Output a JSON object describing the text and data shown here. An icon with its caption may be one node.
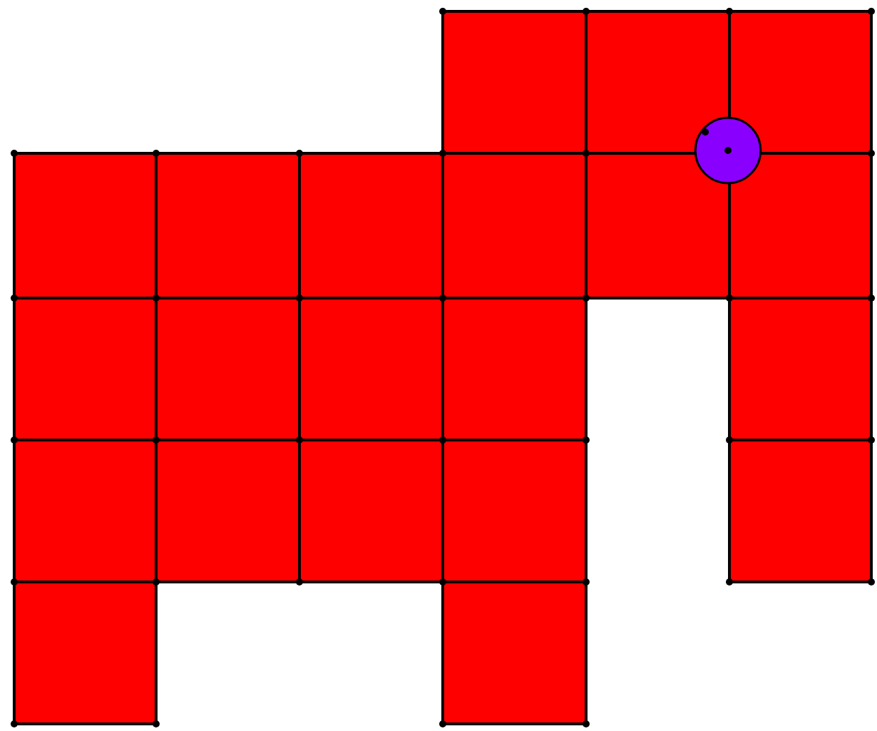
{
  "diagram": {
    "nodes": [
      {
        "text": [],
        "shape": "box"
      },
      {
        "text": [],
        "shape": "box"
      },
      {
        "text": [],
        "shape": "box"
      },
      {
        "text": [],
        "shape": "box"
      },
      {
        "text": [],
        "shape": "box"
      },
      {
        "text": [],
        "shape": "box"
      },
      {
        "text": [],
        "shape": "box"
      },
      {
        "text": [],
        "shape": "box"
      },
      {
        "text": [],
        "shape": "box"
      },
      {
        "text": [],
        "shape": "box"
      },
      {
        "text": [],
        "shape": "box"
      },
      {
        "text": [],
        "shape": "box"
      },
      {
        "text": [],
        "shape": "box"
      },
      {
        "text": [],
        "shape": "box"
      },
      {
        "text": [],
        "shape": "box"
      },
      {
        "text": [],
        "shape": "box"
      },
      {
        "text": [],
        "shape": "box"
      },
      {
        "text": [],
        "shape": "box"
      },
      {
        "text": [],
        "shape": "box"
      },
      {
        "text": [],
        "shape": "box"
      },
      {
        "text": [],
        "shape": "box"
      },
      {
        "text": [],
        "shape": "circle"
      }
    ]
  }
}
